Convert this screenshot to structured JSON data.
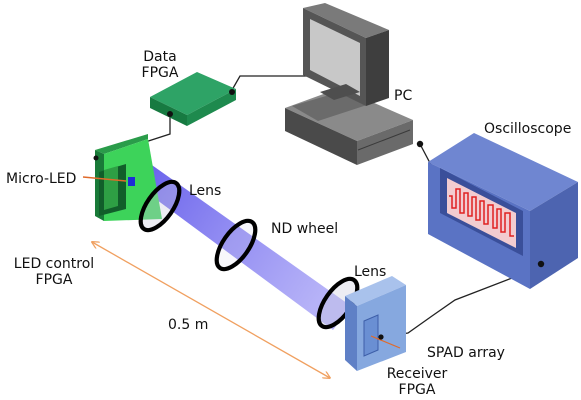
{
  "labels": {
    "data_fpga": [
      "Data",
      "FPGA"
    ],
    "pc": "PC",
    "oscilloscope": "Oscilloscope",
    "micro_led": "Micro-LED",
    "lens_1": "Lens",
    "nd_wheel": "ND wheel",
    "led_control_fpga": [
      "LED control",
      "FPGA"
    ],
    "distance": "0.5 m",
    "lens_2": "Lens",
    "spad_array": "SPAD array",
    "receiver_fpga": [
      "Receiver",
      "FPGA"
    ]
  },
  "colors": {
    "fpga_green": "#1e8a4e",
    "led_board_green": "#3dd35a",
    "pc_gray": "#5c5c5c",
    "scope_blue": "#5a73c4",
    "beam_blue": "#7a72f0",
    "receiver_blue": "#86a8df",
    "signal_red": "#e02020",
    "distance_orange": "#f0a060"
  }
}
